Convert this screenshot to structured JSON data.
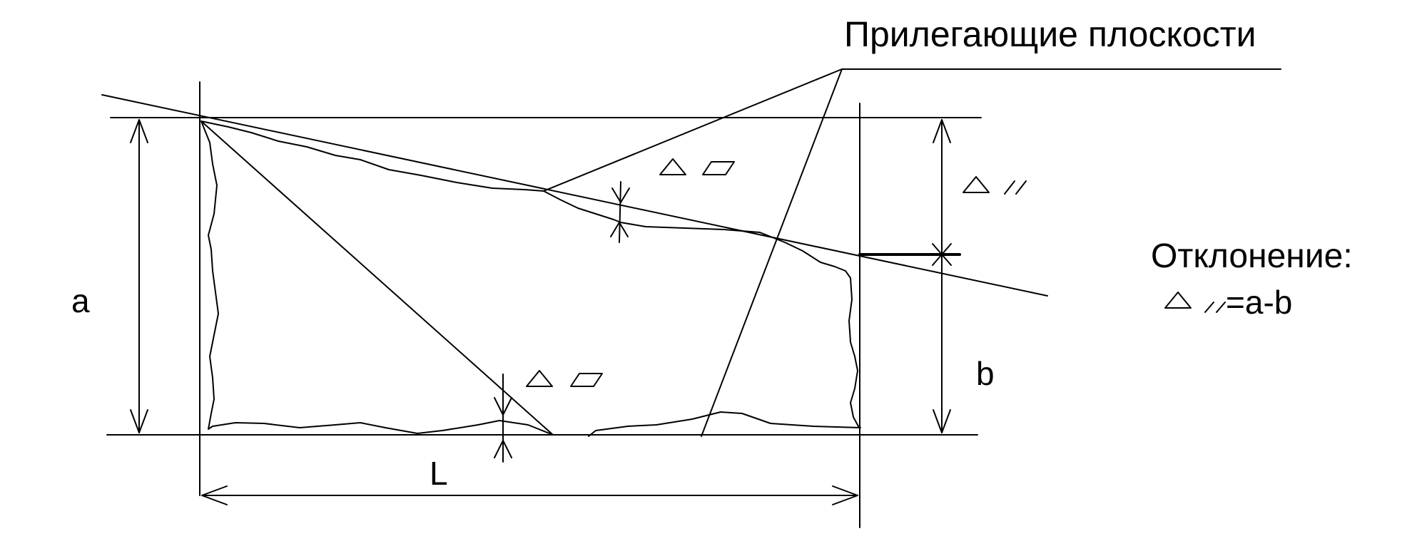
{
  "labels": {
    "adjacent_planes": "Прилегающие плоскости",
    "dimension_a": "a",
    "dimension_b": "b",
    "dimension_L": "L",
    "deviation_title": "Отклонение:",
    "deviation_formula": "=a-b"
  },
  "colors": {
    "line": "#000000",
    "background": "#ffffff"
  },
  "icons": {
    "flatness_symbol": "flatness-tolerance-icon",
    "parallelism_symbol": "parallelism-tolerance-icon",
    "deviation_delta": "delta-icon"
  }
}
